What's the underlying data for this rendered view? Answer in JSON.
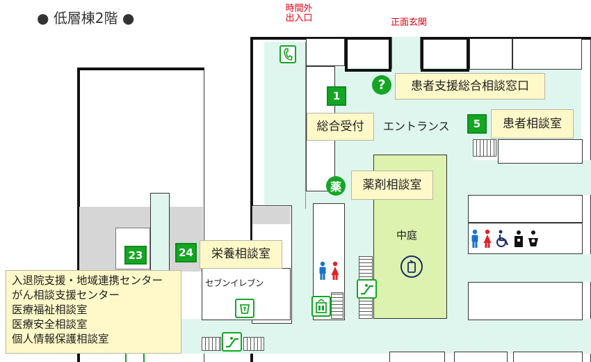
{
  "floor_title": "低層棟2階",
  "bullet_glyph": "●",
  "entrances": {
    "after_hours_line1": "時間外",
    "after_hours_line2": "出入口",
    "main": "正面玄関"
  },
  "area_labels": {
    "entrance": "エントランス",
    "courtyard": "中庭",
    "convenience_store": "セブンイレブン"
  },
  "rooms": [
    {
      "number": "",
      "label": "患者支援総合相談窓口",
      "icon": "question-icon"
    },
    {
      "number": "1",
      "label": "総合受付"
    },
    {
      "number": "5",
      "label": "患者相談室"
    },
    {
      "number": "",
      "label": "薬剤相談室",
      "icon_glyph": "薬"
    },
    {
      "number": "24",
      "label": "栄養相談室"
    },
    {
      "number": "23",
      "label": ""
    }
  ],
  "help_glyph": "?",
  "consultation_list": [
    "入退院支援・地域連携センター",
    "がん相談支援センター",
    "医療福祉相談室",
    "医療安全相談室",
    "個人情報保護相談室"
  ],
  "colors": {
    "corridor": "#dff6ee",
    "courtyard": "#dcf2ae",
    "badge_green": "#14a524",
    "label_yellow": "#fff8c8",
    "entrance_red": "#e60012",
    "restroom_male": "#1a73c8",
    "restroom_female": "#e0232a"
  }
}
